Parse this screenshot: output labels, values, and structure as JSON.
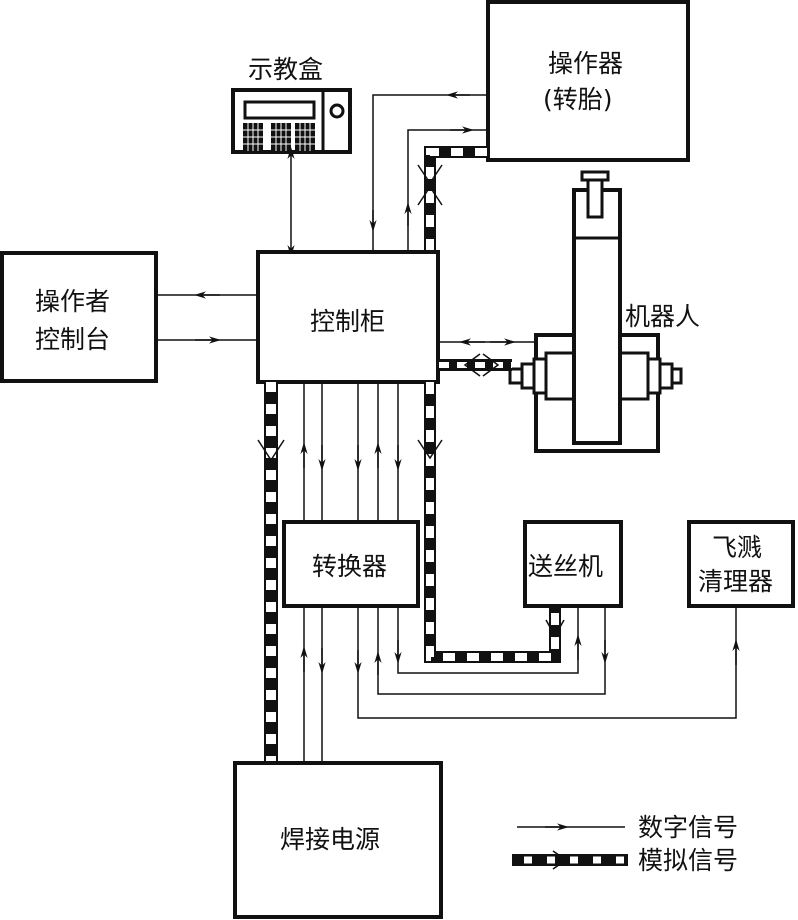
{
  "diagram": {
    "blocks": {
      "teach_pendant": {
        "label": "示教盒"
      },
      "manipulator": {
        "line1": "操作器",
        "line2": "(转胎)"
      },
      "operator_console": {
        "line1": "操作者",
        "line2": "控制台"
      },
      "control_cabinet": {
        "label": "控制柜"
      },
      "robot": {
        "label": "机器人"
      },
      "converter": {
        "label": "转换器"
      },
      "wire_feeder": {
        "label": "送丝机"
      },
      "spatter_cleaner": {
        "line1": "飞溅",
        "line2": "清理器"
      },
      "welding_power": {
        "label": "焊接电源"
      }
    },
    "legend": {
      "digital": "数字信号",
      "analog": "模拟信号"
    },
    "colors": {
      "ink": "#111111",
      "paper": "#ffffff"
    }
  }
}
